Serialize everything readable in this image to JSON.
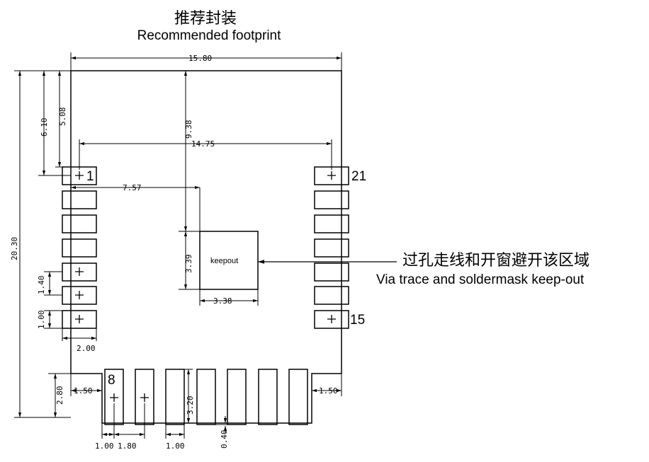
{
  "title": {
    "cn": "推荐封装",
    "en": "Recommended footprint"
  },
  "note": {
    "cn": "过孔走线和开窗避开该区域",
    "en": "Via trace and soldermask keep-out"
  },
  "keepout_label": "keepout",
  "pin_labels": {
    "p1": "1",
    "p8": "8",
    "p15": "15",
    "p21": "21"
  },
  "dimensions": {
    "width": "15.80",
    "pad_span": "14.75",
    "height": "20.30",
    "top_to_pin1": "6.10",
    "top_to_pad_edge": "5.08",
    "keepout_top": "9.38",
    "keepout_left": "7.57",
    "keepout_height": "3.39",
    "keepout_width": "3.38",
    "pitch_side": "1.40",
    "pad_width_side": "1.00",
    "pad_length_side": "2.00",
    "bottom_offset_left": "1.50",
    "bottom_offset_right": "1.50",
    "bottom_height": "2.80",
    "pad_length_bottom": "3.20",
    "pad_extension": "0.40",
    "bottom_first_offset": "1.00",
    "pitch_bottom": "1.80",
    "pad_width_bottom": "1.00"
  }
}
